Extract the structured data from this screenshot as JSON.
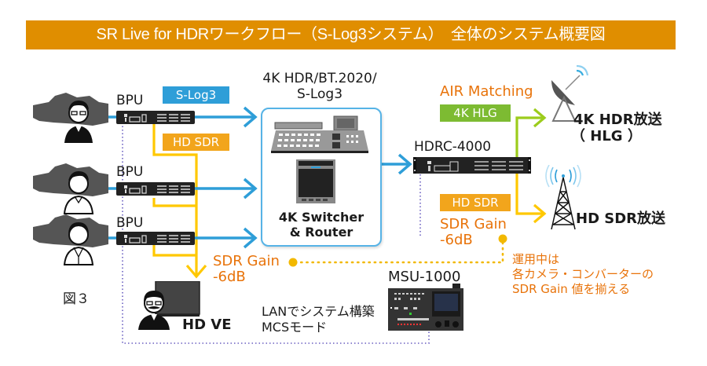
{
  "title": "SR Live for HDRワークフロー（S-Log3システム）　全体のシステム概要図",
  "figure_label": "図３",
  "colors": {
    "title_bg": "#e08e00",
    "slog3_blue": "#2e9ed8",
    "hd_sdr_yellow": "#ffc800",
    "hlg_green": "#9ccc1c",
    "annotation_orange": "#e8730a",
    "lan_dotted": "#6a5fc1"
  },
  "cameras": [
    {
      "label": "BPU",
      "operator": "camera-operator-glasses"
    },
    {
      "label": "BPU",
      "operator": "camera-operator"
    },
    {
      "label": "BPU",
      "operator": "camera-operator-suit"
    }
  ],
  "signal_tags": {
    "slog3": "S-Log3",
    "hd_sdr_input": "HD SDR",
    "hlg_output": "4K HLG",
    "hd_sdr_output": "HD SDR"
  },
  "switcher": {
    "header_line1": "4K HDR/BT.2020/",
    "header_line2": "S-Log3",
    "name_line1": "4K Switcher",
    "name_line2": "& Router"
  },
  "converter": {
    "label": "HDRC-4000"
  },
  "air_matching": "AIR Matching",
  "outputs": {
    "hdr_broadcast_line1": "4K HDR放送",
    "hdr_broadcast_line2": "（ HLG ）",
    "sdr_broadcast": "HD SDR放送"
  },
  "sdr_gain_left": {
    "line1": "SDR Gain",
    "line2": "-6dB"
  },
  "sdr_gain_right": {
    "line1": "SDR Gain",
    "line2": "-6dB"
  },
  "hd_ve": {
    "label": "HD VE"
  },
  "msu": {
    "label": "MSU-1000"
  },
  "lan_note": {
    "line1": "LANでシステム構築",
    "line2": "MCSモード"
  },
  "operation_note": {
    "line1": "運用中は",
    "line2": "各カメラ・コンバーターの",
    "line3": "SDR Gain 値を揃える"
  }
}
